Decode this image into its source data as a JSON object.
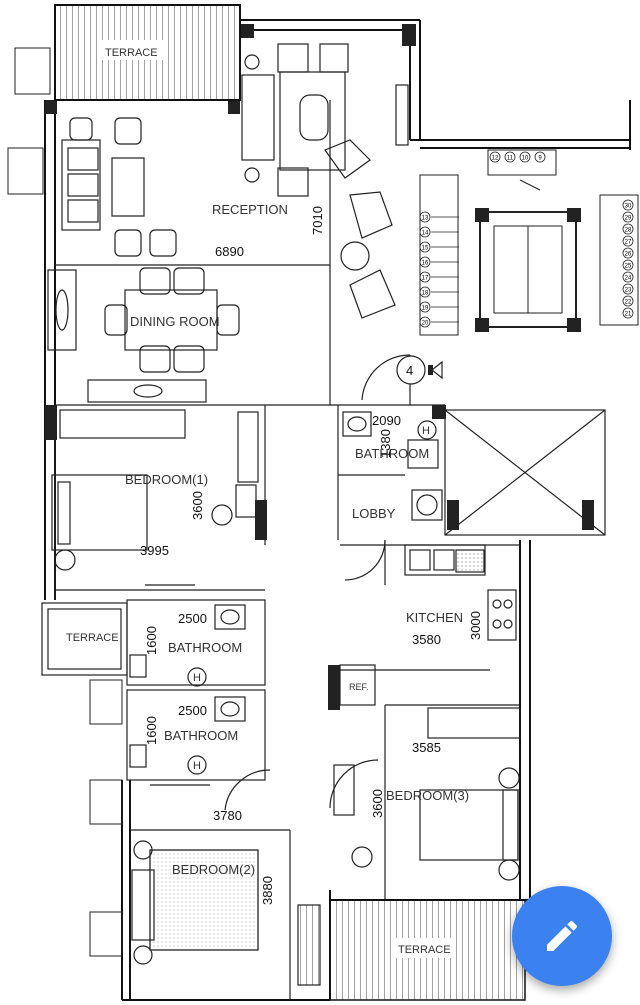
{
  "rooms": {
    "terrace_top": "TERRACE",
    "reception": "RECEPTION",
    "dining": "DINING ROOM",
    "bedroom1": "BEDROOM(1)",
    "lobby": "LOBBY",
    "bathroom_top": "BATHROOM",
    "kitchen": "KITCHEN",
    "terrace_left": "TERRACE",
    "bathroom_mid1": "BATHROOM",
    "bathroom_mid2": "BATHROOM",
    "bedroom3": "BEDROOM(3)",
    "bedroom2": "BEDROOM(2)",
    "terrace_bottom": "TERRACE"
  },
  "dimensions": {
    "d6890": "6890",
    "d7010": "7010",
    "d3600_bed1": "3600",
    "d3995": "3995",
    "d2090": "2090",
    "d1380": "1380",
    "d3000": "3000",
    "d3580": "3580",
    "d2500_a": "2500",
    "d1600_a": "1600",
    "d2500_b": "2500",
    "d1600_b": "1600",
    "d3585": "3585",
    "d3600_bed3": "3600",
    "d3780": "3780",
    "d3880": "3880"
  },
  "labels": {
    "ref": "REF.",
    "stair_num": "4",
    "h1": "H",
    "h2": "H",
    "h3": "H",
    "stairs_left": [
      "13",
      "14",
      "15",
      "16",
      "17",
      "18",
      "19",
      "20"
    ],
    "stairs_top": [
      "12",
      "11",
      "10",
      "9"
    ],
    "stairs_right": [
      "30",
      "29",
      "28",
      "27",
      "26",
      "25",
      "24",
      "23",
      "22",
      "21"
    ]
  },
  "fab": {
    "icon": "pencil-icon",
    "color": "#3b82f0"
  }
}
